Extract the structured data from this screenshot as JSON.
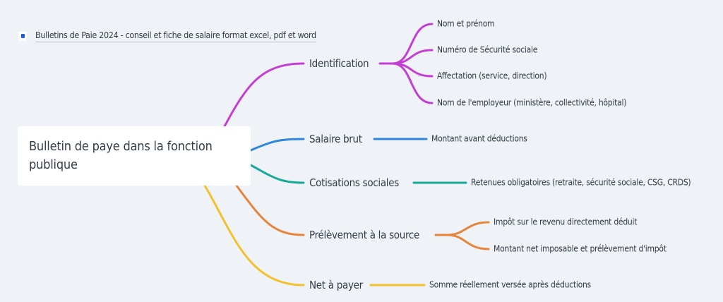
{
  "source": {
    "icon": "document-icon",
    "label": "Bulletins de Paie 2024 - conseil et fiche de salaire format excel, pdf et word"
  },
  "root": {
    "label": "Bulletin de paye dans la fonction publique"
  },
  "colors": {
    "background": "#eff2f6",
    "identification": "#c33fd4",
    "salaire_brut": "#2f86dc",
    "cotisations": "#1aa89a",
    "prelevement": "#e8843a",
    "net": "#f2c12e"
  },
  "branches": [
    {
      "key": "identification",
      "label": "Identification",
      "children": [
        "Nom et prénom",
        "Numéro de Sécurité sociale",
        "Affectation (service, direction)",
        "Nom de l'employeur (ministère, collectivité, hôpital)"
      ]
    },
    {
      "key": "salaire_brut",
      "label": "Salaire brut",
      "children": [
        "Montant avant déductions"
      ]
    },
    {
      "key": "cotisations",
      "label": "Cotisations sociales",
      "children": [
        "Retenues obligatoires (retraite, sécurité sociale, CSG, CRDS)"
      ]
    },
    {
      "key": "prelevement",
      "label": "Prélèvement à la source",
      "children": [
        "Impôt sur le revenu directement déduit",
        "Montant net imposable et prélèvement d'impôt"
      ]
    },
    {
      "key": "net",
      "label": "Net à payer",
      "children": [
        "Somme réellement versée après déductions"
      ]
    }
  ]
}
